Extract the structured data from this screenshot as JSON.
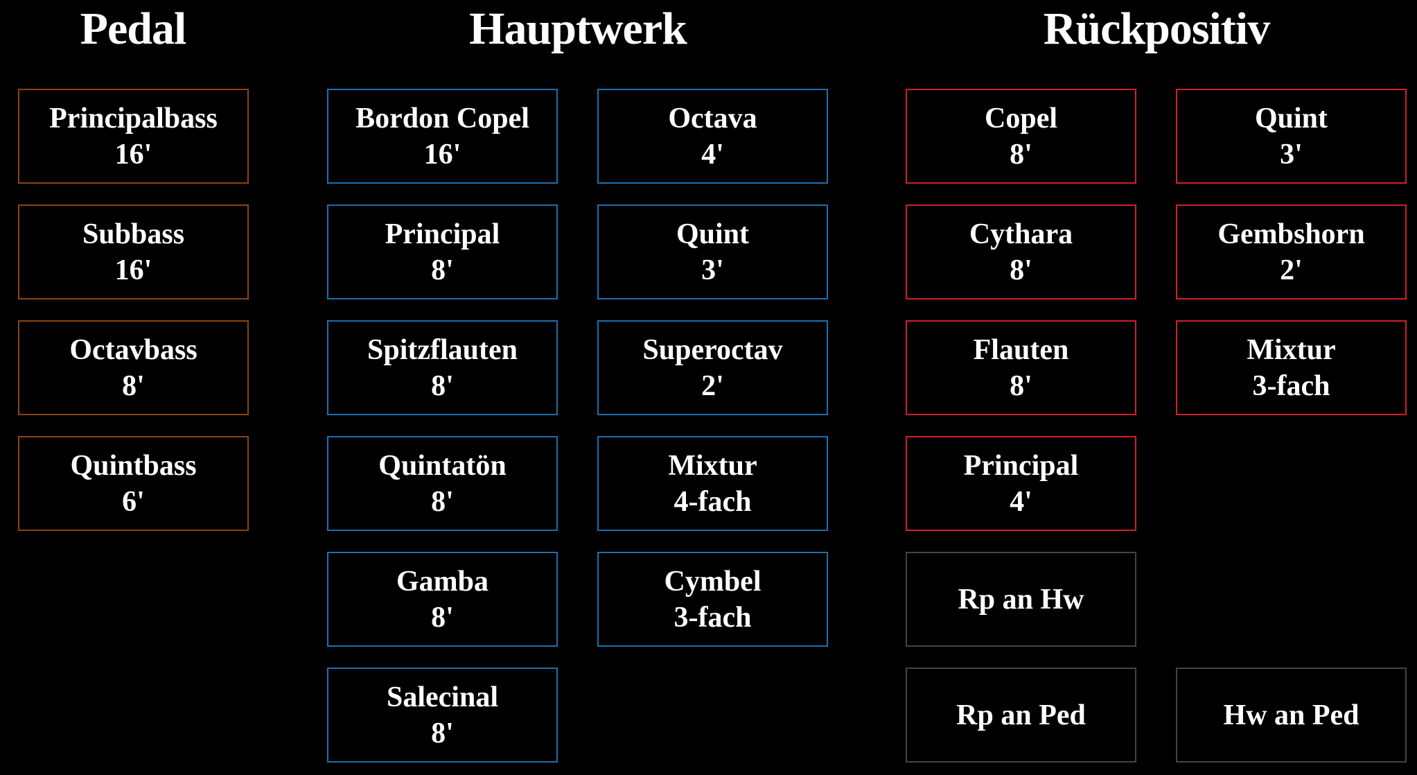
{
  "divisions": {
    "pedal": {
      "title": "Pedal",
      "color": "#8b4513",
      "stops": [
        {
          "name": "Principalbass",
          "pitch": "16'"
        },
        {
          "name": "Subbass",
          "pitch": "16'"
        },
        {
          "name": "Octavbass",
          "pitch": "8'"
        },
        {
          "name": "Quintbass",
          "pitch": "6'"
        }
      ]
    },
    "hauptwerk": {
      "title": "Hauptwerk",
      "color": "#1f6fad",
      "stops": [
        {
          "name": "Bordon Copel",
          "pitch": "16'"
        },
        {
          "name": "Principal",
          "pitch": "8'"
        },
        {
          "name": "Spitzflauten",
          "pitch": "8'"
        },
        {
          "name": "Quintatön",
          "pitch": "8'"
        },
        {
          "name": "Gamba",
          "pitch": "8'"
        },
        {
          "name": "Salecinal",
          "pitch": "8'"
        },
        {
          "name": "Octava",
          "pitch": "4'"
        },
        {
          "name": "Quint",
          "pitch": "3'"
        },
        {
          "name": "Superoctav",
          "pitch": "2'"
        },
        {
          "name": "Mixtur",
          "pitch": "4-fach"
        },
        {
          "name": "Cymbel",
          "pitch": "3-fach"
        }
      ]
    },
    "rueckpositiv": {
      "title": "Rückpositiv",
      "color": "#d11f2b",
      "stops": [
        {
          "name": "Copel",
          "pitch": "8'"
        },
        {
          "name": "Cythara",
          "pitch": "8'"
        },
        {
          "name": "Flauten",
          "pitch": "8'"
        },
        {
          "name": "Principal",
          "pitch": "4'"
        },
        {
          "name": "Quint",
          "pitch": "3'"
        },
        {
          "name": "Gembshorn",
          "pitch": "2'"
        },
        {
          "name": "Mixtur",
          "pitch": "3-fach"
        }
      ]
    }
  },
  "couplers": {
    "color": "#444444",
    "items": [
      "Rp an Hw",
      "Rp an Ped",
      "Hw an Ped"
    ]
  }
}
